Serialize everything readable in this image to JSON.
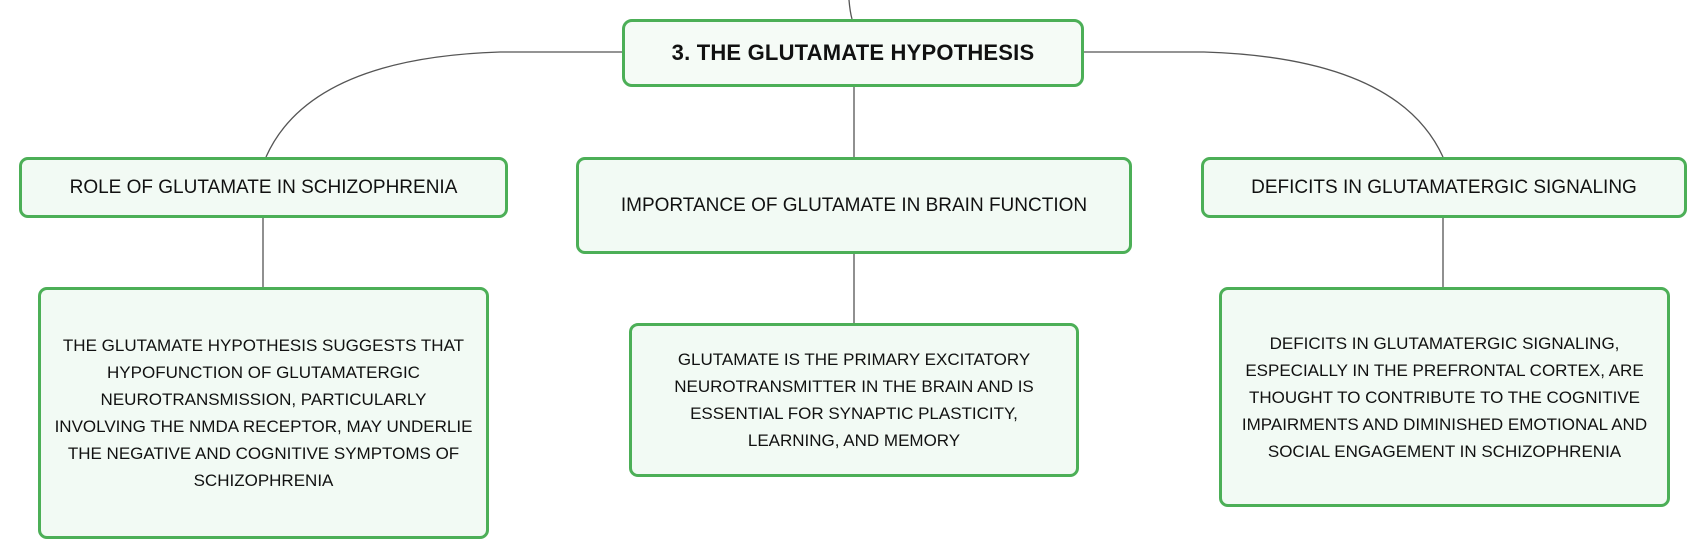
{
  "root": {
    "label": "3. THE GLUTAMATE HYPOTHESIS"
  },
  "topics": [
    {
      "label": "ROLE OF GLUTAMATE IN SCHIZOPHRENIA",
      "detail": "THE GLUTAMATE HYPOTHESIS SUGGESTS THAT HYPOFUNCTION OF GLUTAMATERGIC NEUROTRANSMISSION, PARTICULARLY INVOLVING THE NMDA RECEPTOR, MAY UNDERLIE THE NEGATIVE AND COGNITIVE SYMPTOMS OF SCHIZOPHRENIA"
    },
    {
      "label": "IMPORTANCE OF GLUTAMATE IN BRAIN FUNCTION",
      "detail": "GLUTAMATE IS THE PRIMARY EXCITATORY NEUROTRANSMITTER IN THE BRAIN AND IS ESSENTIAL FOR SYNAPTIC PLASTICITY, LEARNING, AND MEMORY"
    },
    {
      "label": "DEFICITS IN GLUTAMATERGIC SIGNALING",
      "detail": "DEFICITS IN GLUTAMATERGIC SIGNALING, ESPECIALLY IN THE PREFRONTAL CORTEX, ARE THOUGHT TO CONTRIBUTE TO THE COGNITIVE IMPAIRMENTS AND DIMINISHED EMOTIONAL AND SOCIAL ENGAGEMENT IN SCHIZOPHRENIA"
    }
  ],
  "colors": {
    "border": "#4caf57",
    "fill": "#f2faf4",
    "connector": "#555555"
  }
}
